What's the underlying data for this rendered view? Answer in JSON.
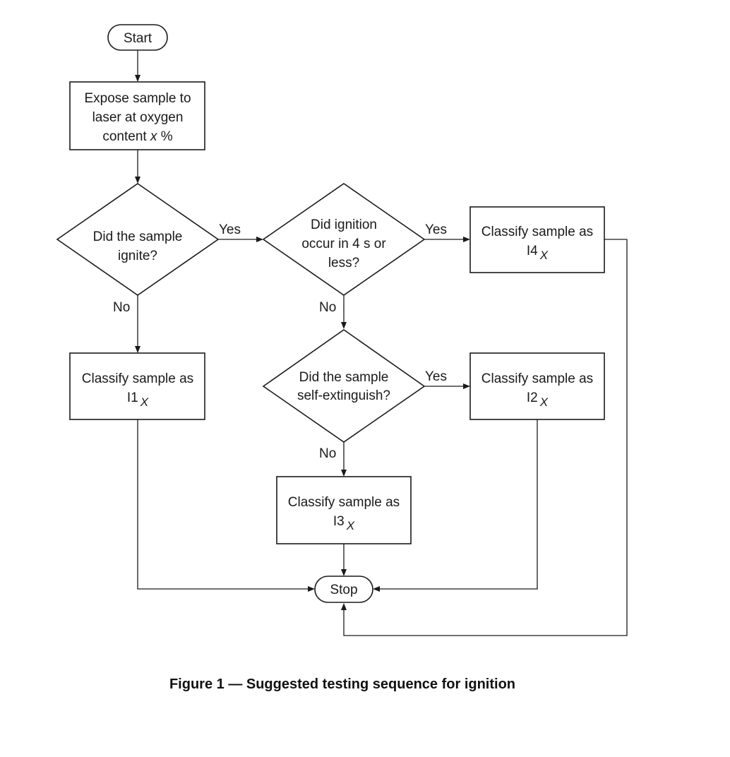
{
  "flowchart": {
    "start": {
      "label": "Start"
    },
    "expose": {
      "line1": "Expose sample to",
      "line2": "laser at oxygen",
      "line3_prefix": "content ",
      "line3_var": "x",
      "line3_suffix": " %"
    },
    "q_ignite": {
      "line1": "Did the sample",
      "line2": "ignite?"
    },
    "q_time": {
      "line1": "Did ignition",
      "line2": "occur in 4 s or",
      "line3": "less?"
    },
    "q_extinguish": {
      "line1": "Did the sample",
      "line2": "self-extinguish?"
    },
    "class_i4": {
      "line1": "Classify sample as",
      "code": "I4",
      "sub": "X"
    },
    "class_i1": {
      "line1": "Classify sample as",
      "code": "I1",
      "sub": "X"
    },
    "class_i2": {
      "line1": "Classify sample as",
      "code": "I2",
      "sub": "X"
    },
    "class_i3": {
      "line1": "Classify sample as",
      "code": "I3",
      "sub": "X"
    },
    "stop": {
      "label": "Stop"
    },
    "edge_labels": {
      "ignite_yes": "Yes",
      "ignite_no": "No",
      "time_yes": "Yes",
      "time_no": "No",
      "extinguish_yes": "Yes",
      "extinguish_no": "No"
    }
  },
  "caption": "Figure 1 — Suggested testing sequence for ignition"
}
